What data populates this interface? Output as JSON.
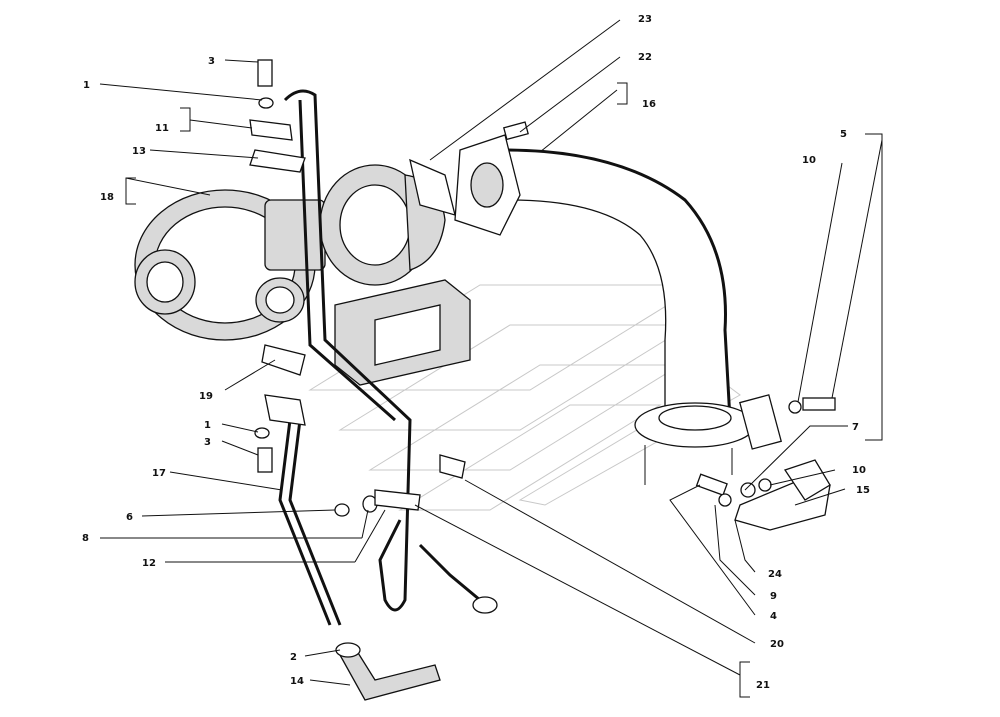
{
  "diagram": {
    "callouts": [
      {
        "id": "c3a",
        "text": "3"
      },
      {
        "id": "c1a",
        "text": "1"
      },
      {
        "id": "c11",
        "text": "11"
      },
      {
        "id": "c13",
        "text": "13"
      },
      {
        "id": "c18",
        "text": "18"
      },
      {
        "id": "c23",
        "text": "23"
      },
      {
        "id": "c22",
        "text": "22"
      },
      {
        "id": "c16",
        "text": "16"
      },
      {
        "id": "c5",
        "text": "5"
      },
      {
        "id": "c10a",
        "text": "10"
      },
      {
        "id": "c19",
        "text": "19"
      },
      {
        "id": "c1b",
        "text": "1"
      },
      {
        "id": "c3b",
        "text": "3"
      },
      {
        "id": "c17",
        "text": "17"
      },
      {
        "id": "c6",
        "text": "6"
      },
      {
        "id": "c8",
        "text": "8"
      },
      {
        "id": "c12",
        "text": "12"
      },
      {
        "id": "c7",
        "text": "7"
      },
      {
        "id": "c10b",
        "text": "10"
      },
      {
        "id": "c15",
        "text": "15"
      },
      {
        "id": "c24",
        "text": "24"
      },
      {
        "id": "c9",
        "text": "9"
      },
      {
        "id": "c4",
        "text": "4"
      },
      {
        "id": "c20",
        "text": "20"
      },
      {
        "id": "c21",
        "text": "21"
      },
      {
        "id": "c2",
        "text": "2"
      },
      {
        "id": "c14",
        "text": "14"
      }
    ]
  }
}
